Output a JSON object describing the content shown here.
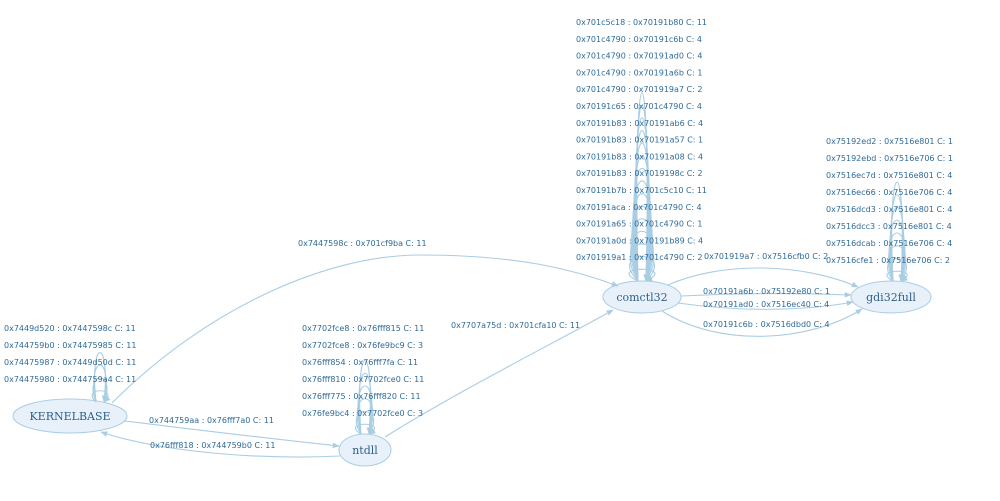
{
  "graph": {
    "nodes": [
      {
        "id": "KERNELBASE",
        "label": "KERNELBASE"
      },
      {
        "id": "ntdll",
        "label": "ntdll"
      },
      {
        "id": "comctl32",
        "label": "comctl32"
      },
      {
        "id": "gdi32full",
        "label": "gdi32full"
      }
    ],
    "edges": [
      {
        "from": "KERNELBASE",
        "to": "comctl32",
        "label": "0x7447598c : 0x701cf9ba  C: 11"
      },
      {
        "from": "KERNELBASE",
        "to": "ntdll",
        "label": "0x744759aa : 0x76fff7a0  C: 11"
      },
      {
        "from": "ntdll",
        "to": "KERNELBASE",
        "label": "0x76fff818 : 0x744759b0  C: 11"
      },
      {
        "from": "ntdll",
        "to": "comctl32",
        "label": "0x7707a75d : 0x701cfa10  C: 11"
      },
      {
        "from": "comctl32",
        "to": "gdi32full",
        "label": "0x701919a7 : 0x7516cfb0  C: 2"
      },
      {
        "from": "comctl32",
        "to": "gdi32full",
        "label": "0x70191a6b : 0x75192e80  C: 1"
      },
      {
        "from": "comctl32",
        "to": "gdi32full",
        "label": "0x70191ad0 : 0x7516ec40  C: 4"
      },
      {
        "from": "comctl32",
        "to": "gdi32full",
        "label": "0x70191c6b : 0x7516dbd0  C: 4"
      }
    ],
    "self_loops": {
      "KERNELBASE": [
        "0x7449d520 : 0x7447598c  C: 11",
        "0x744759b0 : 0x74475985  C: 11",
        "0x74475987 : 0x7449d50d  C: 11",
        "0x74475980 : 0x744759a4  C: 11"
      ],
      "ntdll": [
        "0x7702fce8 : 0x76fff815  C: 11",
        "0x7702fce8 : 0x76fe9bc9  C: 3",
        "0x76fff854 : 0x76fff7fa  C: 11",
        "0x76fff810 : 0x7702fce0  C: 11",
        "0x76fff775 : 0x76fff820  C: 11",
        "0x76fe9bc4 : 0x7702fce0  C: 3"
      ],
      "comctl32": [
        "0x701c5c18 : 0x70191b80  C: 11",
        "0x701c4790 : 0x70191c6b  C: 4",
        "0x701c4790 : 0x70191ad0  C: 4",
        "0x701c4790 : 0x70191a6b  C: 1",
        "0x701c4790 : 0x701919a7  C: 2",
        "0x70191c65 : 0x701c4790  C: 4",
        "0x70191b83 : 0x70191ab6  C: 4",
        "0x70191b83 : 0x70191a57  C: 1",
        "0x70191b83 : 0x70191a08  C: 4",
        "0x70191b83 : 0x7019198c  C: 2",
        "0x70191b7b : 0x701c5c10  C: 11",
        "0x70191aca : 0x701c4790  C: 4",
        "0x70191a65 : 0x701c4790  C: 1",
        "0x70191a0d : 0x70191b89  C: 4",
        "0x701919a1 : 0x701c4790  C: 2"
      ],
      "gdi32full": [
        "0x75192ed2 : 0x7516e801  C: 1",
        "0x75192ebd : 0x7516e706  C: 1",
        "0x7516ec7d : 0x7516e801  C: 4",
        "0x7516ec66 : 0x7516e706  C: 4",
        "0x7516dcd3 : 0x7516e801  C: 4",
        "0x7516dcc3 : 0x7516e801  C: 4",
        "0x7516dcab : 0x7516e706  C: 4",
        "0x7516cfe1 : 0x7516e706  C: 2"
      ]
    }
  },
  "colors": {
    "edge": "#a9cde3",
    "node_fill": "#e8f1fa",
    "label_text": "#2f6a98",
    "node_text": "#2d5f8a"
  }
}
